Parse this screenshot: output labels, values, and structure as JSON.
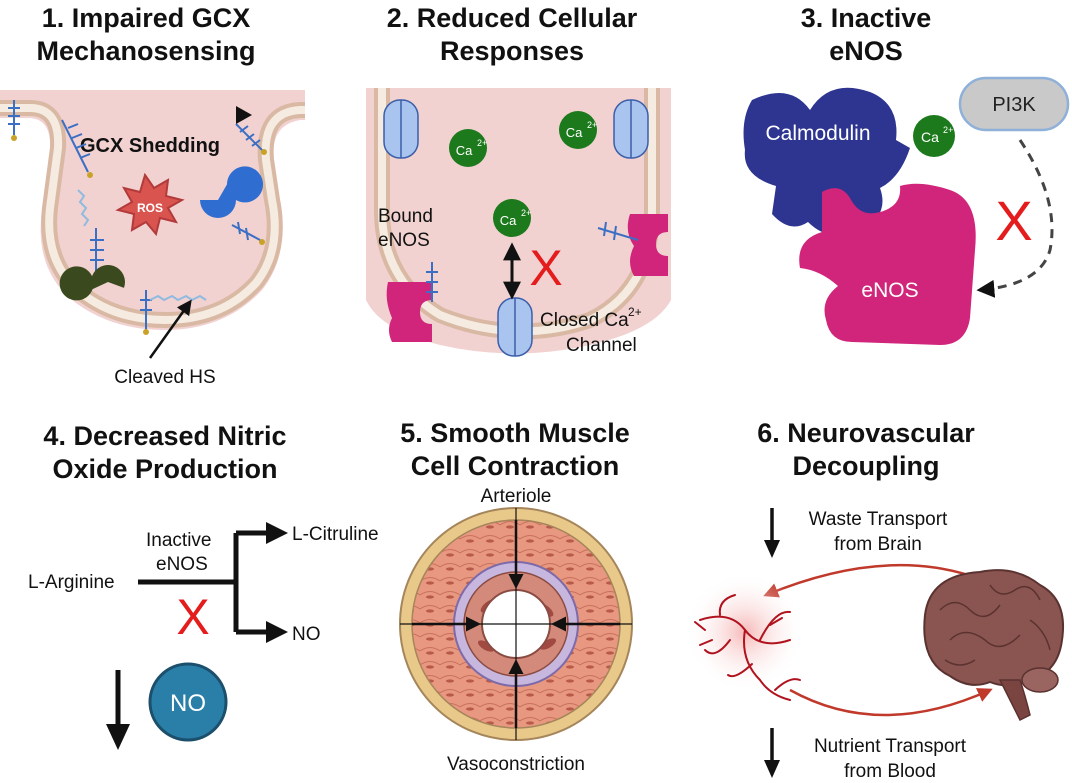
{
  "panels": {
    "p1": {
      "title_line1": "1.  Impaired GCX",
      "title_line2": "Mechanosensing",
      "shedding_label": "GCX Shedding",
      "ros_label": "ROS",
      "cleaved_label": "Cleaved HS"
    },
    "p2": {
      "title_line1": "2. Reduced Cellular",
      "title_line2": "Responses",
      "ca_ion": "Ca",
      "ca_charge": "2+",
      "bound_line1": "Bound",
      "bound_line2": "eNOS",
      "closed_line1": "Closed Ca",
      "closed_sup": "2+",
      "closed_line2": "Channel",
      "x_mark": "X"
    },
    "p3": {
      "title_line1": "3. Inactive",
      "title_line2": "eNOS",
      "calmodulin": "Calmodulin",
      "pi3k": "PI3K",
      "enos": "eNOS",
      "ca_ion": "Ca",
      "ca_charge": "2+",
      "x_mark": "X"
    },
    "p4": {
      "title_line1": "4. Decreased Nitric",
      "title_line2": "Oxide Production",
      "l_arginine": "L-Arginine",
      "inactive_line1": "Inactive",
      "inactive_line2": "eNOS",
      "l_citruline": "L-Citruline",
      "no_product": "NO",
      "no_badge": "NO",
      "x_mark": "X"
    },
    "p5": {
      "title_line1": "5. Smooth Muscle",
      "title_line2": "Cell Contraction",
      "arteriole": "Arteriole",
      "vasoconstriction": "Vasoconstriction"
    },
    "p6": {
      "title_line1": "6. Neurovascular",
      "title_line2": "Decoupling",
      "waste_line1": "Waste Transport",
      "waste_line2": "from Brain",
      "nutrient_line1": "Nutrient Transport",
      "nutrient_line2": "from Blood"
    }
  },
  "colors": {
    "cell_pink": "#f2d1d1",
    "membrane": "#d9b9a4",
    "x_red": "#e41c1c",
    "calmodulin_blue": "#2e3591",
    "enos_magenta": "#d0257a",
    "ca_green": "#1c7a1c",
    "no_blue": "#2a7fa8",
    "channel_blue": "#a8c4ef"
  }
}
